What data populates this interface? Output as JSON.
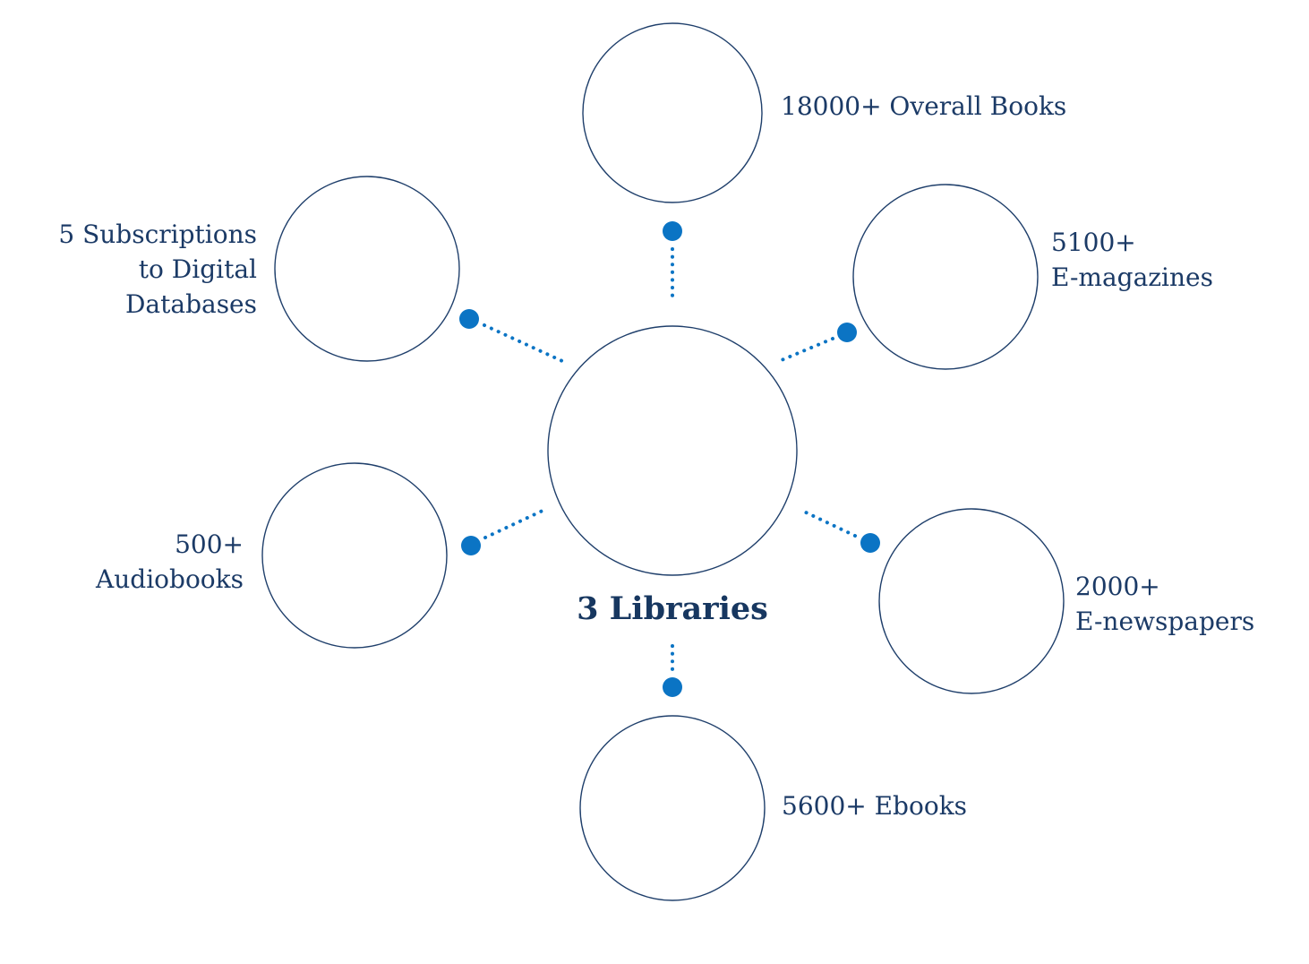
{
  "center": {
    "title": "3 Libraries"
  },
  "nodes": {
    "overall_books": {
      "lines": [
        "18000+ Overall Books"
      ]
    },
    "e_magazines": {
      "lines": [
        "5100+",
        "E-magazines"
      ]
    },
    "e_newspapers": {
      "lines": [
        "2000+",
        "E-newspapers"
      ]
    },
    "ebooks": {
      "lines": [
        "5600+ Ebooks"
      ]
    },
    "audiobooks": {
      "lines": [
        "500+",
        "Audiobooks"
      ]
    },
    "digital_databases": {
      "lines": [
        "5 Subscriptions",
        "to Digital",
        "Databases"
      ]
    }
  },
  "colors": {
    "outline": "#1f3f6b",
    "accent": "#0b74c4",
    "text": "#1b3a66"
  }
}
